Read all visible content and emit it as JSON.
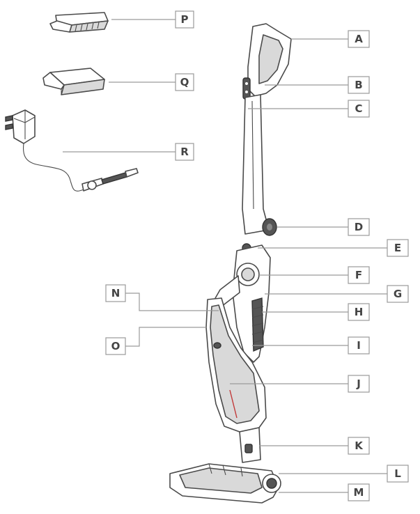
{
  "labels": {
    "A": "A",
    "B": "B",
    "C": "C",
    "D": "D",
    "E": "E",
    "F": "F",
    "G": "G",
    "H": "H",
    "I": "I",
    "J": "J",
    "K": "K",
    "L": "L",
    "M": "M",
    "N": "N",
    "O": "O",
    "P": "P",
    "Q": "Q",
    "R": "R"
  },
  "colors": {
    "outline": "#4a4a4a",
    "label_border": "#9a9a9a",
    "label_text": "#444444",
    "accent": "#c23a3a"
  }
}
